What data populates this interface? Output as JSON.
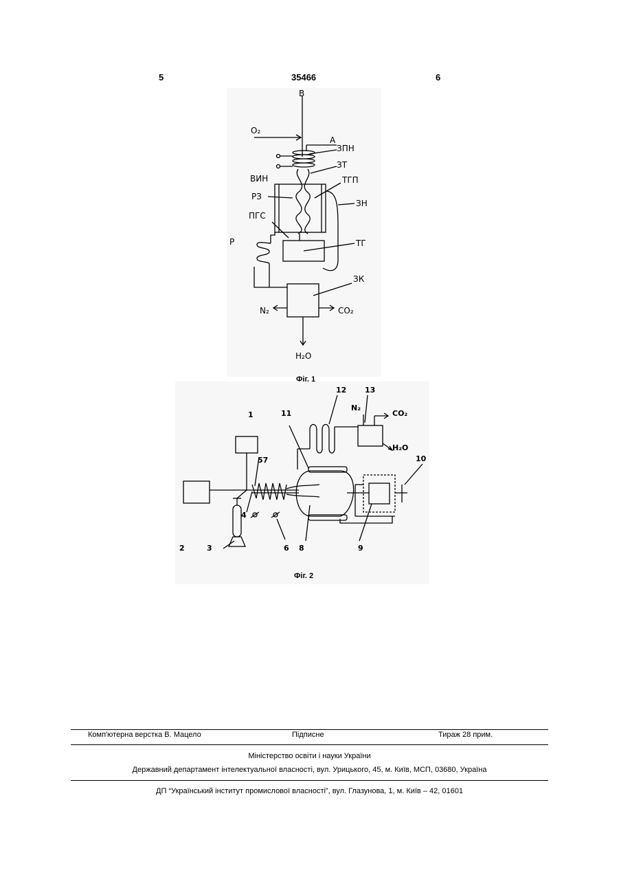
{
  "header": {
    "page_left": "5",
    "patent_number": "35466",
    "page_right": "6"
  },
  "fig1": {
    "caption": "Фіг. 1",
    "labels": {
      "B": "B",
      "O2": "O₂",
      "A": "A",
      "ZPN": "ЗПН",
      "ZT": "ЗТ",
      "VIN": "ВИН",
      "TGP": "ТГП",
      "RZ": "РЗ",
      "ZN": "ЗН",
      "PGS": "ПГС",
      "R": "Р",
      "TG": "ТГ",
      "ZK": "ЗК",
      "N2": "N₂",
      "CO2": "CO₂",
      "H2O": "H₂O"
    }
  },
  "fig2": {
    "caption": "Фіг. 2",
    "labels": {
      "n1": "1",
      "n2": "2",
      "n3": "3",
      "n4": "4",
      "n57": "57",
      "n6": "6",
      "n8": "8",
      "n9": "9",
      "n10": "10",
      "n11": "11",
      "n12": "12",
      "n13": "13",
      "N2": "N₂",
      "CO2": "CO₂",
      "H2O": "H₂O"
    }
  },
  "footer": {
    "layout_by": "Комп'ютерна верстка В. Мацело",
    "signed": "Підписне",
    "circulation": "Тираж 28 прим.",
    "ministry": "Міністерство освіти і науки України",
    "department": "Державний департамент інтелектуальної власності, вул. Урицького, 45, м. Київ, МСП, 03680, Україна",
    "institute": "ДП “Український інститут промислової власності”, вул. Глазунова, 1, м. Київ – 42, 01601"
  }
}
